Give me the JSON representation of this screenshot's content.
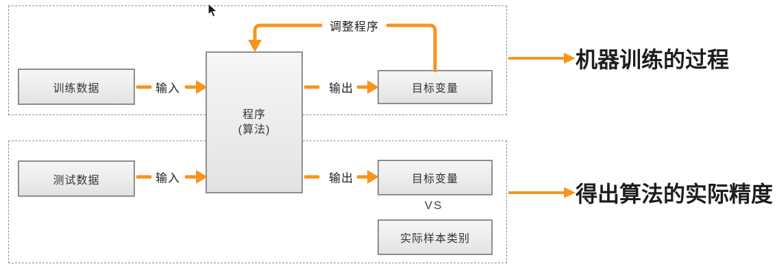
{
  "diagram": {
    "colors": {
      "accent": "#F7941E",
      "box_border": "#8C8C8C",
      "dashed_border": "#8A8A8A",
      "text_dark": "#2B2B2B"
    },
    "boxes": {
      "train_data": "训练数据",
      "test_data": "测试数据",
      "program_line1": "程序",
      "program_line2": "(算法)",
      "target_variable_train": "目标变量",
      "target_variable_test": "目标变量",
      "actual_sample_class": "实际样本类别"
    },
    "edge_labels": {
      "input_train": "输入",
      "output_train": "输出",
      "input_test": "输入",
      "output_test": "输出",
      "feedback": "调整程序",
      "versus": "VS"
    },
    "callouts": {
      "train_process": "机器训练的过程",
      "test_accuracy": "得出算法的实际精度"
    }
  }
}
